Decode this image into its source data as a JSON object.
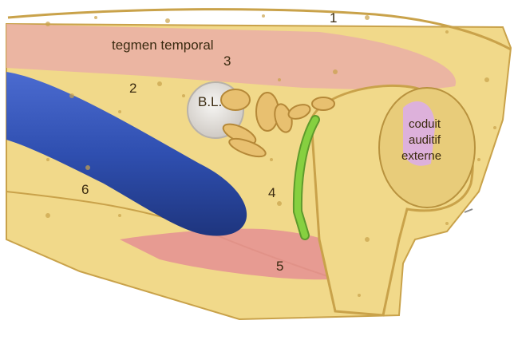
{
  "labels": {
    "n1": "1",
    "n2": "2",
    "n3": "3",
    "n4": "4",
    "n5": "5",
    "n6": "6",
    "tegmen": "tegmen temporal",
    "bl": "B.L.",
    "canal_line1": "coduit",
    "canal_line2": "auditif",
    "canal_line3": "externe"
  },
  "colors": {
    "bone": "#f1d98a",
    "bone_dark": "#c9a24a",
    "tegmen": "#eab0a4",
    "nerve_blue": "#2f4fb0",
    "nerve_green": "#86d040",
    "ossicles": "#e8c070",
    "pink_region": "#e58f93",
    "canal_violet": "#dcaee6",
    "bl_circle": "#e4e2e0"
  }
}
